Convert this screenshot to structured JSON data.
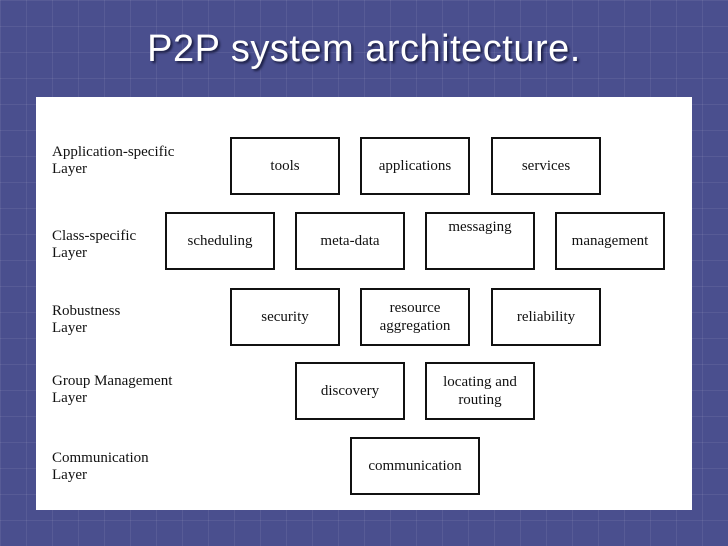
{
  "title": "P2P system architecture.",
  "layers": [
    {
      "label": "Application-specific\nLayer",
      "components": [
        "tools",
        "applications",
        "services"
      ]
    },
    {
      "label": "Class-specific\nLayer",
      "components": [
        "scheduling",
        "meta-data",
        "messaging",
        "management"
      ]
    },
    {
      "label": "Robustness\nLayer",
      "components": [
        "security",
        "resource\naggregation",
        "reliability"
      ]
    },
    {
      "label": "Group Management\nLayer",
      "components": [
        "discovery",
        "locating and\nrouting"
      ]
    },
    {
      "label": "Communication\nLayer",
      "components": [
        "communication"
      ]
    }
  ]
}
